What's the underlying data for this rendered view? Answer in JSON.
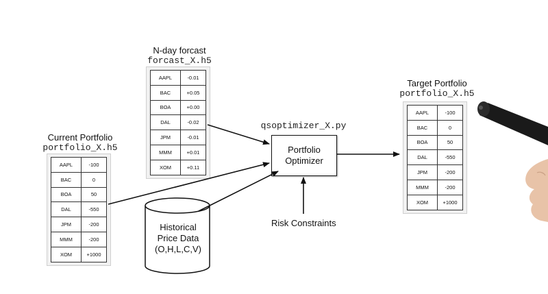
{
  "forecast": {
    "title": "N-day forcast",
    "file": "forcast_X.h5",
    "rows": [
      {
        "symbol": "AAPL",
        "value": "-0.01"
      },
      {
        "symbol": "BAC",
        "value": "+0.05"
      },
      {
        "symbol": "BOA",
        "value": "+0.00"
      },
      {
        "symbol": "DAL",
        "value": "-0.02"
      },
      {
        "symbol": "JPM",
        "value": "-0.01"
      },
      {
        "symbol": "MMM",
        "value": "+0.01"
      },
      {
        "symbol": "XOM",
        "value": "+0.11"
      }
    ]
  },
  "current": {
    "title": "Current Portfolio",
    "file": "portfolio_X.h5",
    "rows": [
      {
        "symbol": "AAPL",
        "value": "-100"
      },
      {
        "symbol": "BAC",
        "value": "0"
      },
      {
        "symbol": "BOA",
        "value": "50"
      },
      {
        "symbol": "DAL",
        "value": "-550"
      },
      {
        "symbol": "JPM",
        "value": "-200"
      },
      {
        "symbol": "MMM",
        "value": "-200"
      },
      {
        "symbol": "XOM",
        "value": "+1000"
      }
    ]
  },
  "target": {
    "title": "Target Portfolio",
    "file": "portfolio_X.h5",
    "rows": [
      {
        "symbol": "AAPL",
        "value": "-100"
      },
      {
        "symbol": "BAC",
        "value": "0"
      },
      {
        "symbol": "BOA",
        "value": "50"
      },
      {
        "symbol": "DAL",
        "value": "-550"
      },
      {
        "symbol": "JPM",
        "value": "-200"
      },
      {
        "symbol": "MMM",
        "value": "-200"
      },
      {
        "symbol": "XOM",
        "value": "+1000"
      }
    ]
  },
  "optimizer": {
    "file": "qsoptimizer_X.py",
    "line1": "Portfolio",
    "line2": "Optimizer"
  },
  "historical": {
    "line1": "Historical",
    "line2": "Price Data",
    "line3": "(O,H,L,C,V)"
  },
  "risk": {
    "label": "Risk Constraints"
  },
  "colors": {
    "line": "#111111",
    "table_bg": "#f1f1f1",
    "pen": "#1a1a1a",
    "skin": "#e8c3a8"
  }
}
